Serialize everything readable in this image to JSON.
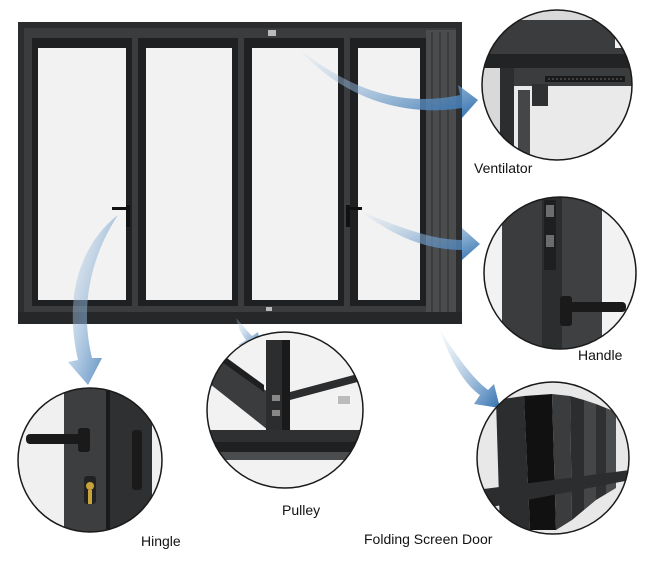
{
  "labels": {
    "ventilator": "Ventilator",
    "handle": "Handle",
    "hingle": "Hingle",
    "pulley": "Pulley",
    "folding_screen_door": "Folding Screen Door"
  },
  "colors": {
    "frame": "#2b2d2e",
    "glass": "#f0f0f0",
    "arrow": "#2f6fae",
    "circle_border": "#1a1a1a"
  }
}
